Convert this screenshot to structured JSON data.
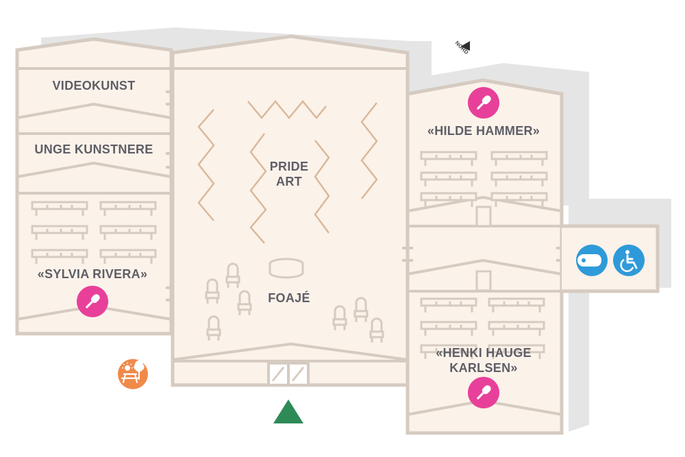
{
  "map": {
    "compass_label": "NORD",
    "rooms": {
      "videokunst": "VIDEOKUNST",
      "unge_kunstnere": "UNGE KUNSTNERE",
      "sylvia_rivera": "«SYLVIA RIVERA»",
      "pride_art_line1": "PRIDE",
      "pride_art_line2": "ART",
      "foaje": "FOAJÉ",
      "hilde_hammer": "«HILDE HAMMER»",
      "henki_line1": "«HENKI HAUGE",
      "henki_line2": "KARLSEN»"
    },
    "icons": {
      "microphone": "microphone-icon",
      "toilet": "toilet-paper-icon",
      "accessible": "wheelchair-icon",
      "outdoor": "outdoor-picnic-icon",
      "entrance": "entrance-arrow-icon"
    },
    "colors": {
      "microphone": "#e8409a",
      "facility": "#2f9ad9",
      "outdoor": "#f08a4b",
      "entrance": "#2e8b57",
      "wall": "#d6cbc1",
      "floor": "#fbf2ea",
      "art": "#d9b99a",
      "shadow": "#e5e5e5",
      "text": "#5e5e66"
    }
  }
}
